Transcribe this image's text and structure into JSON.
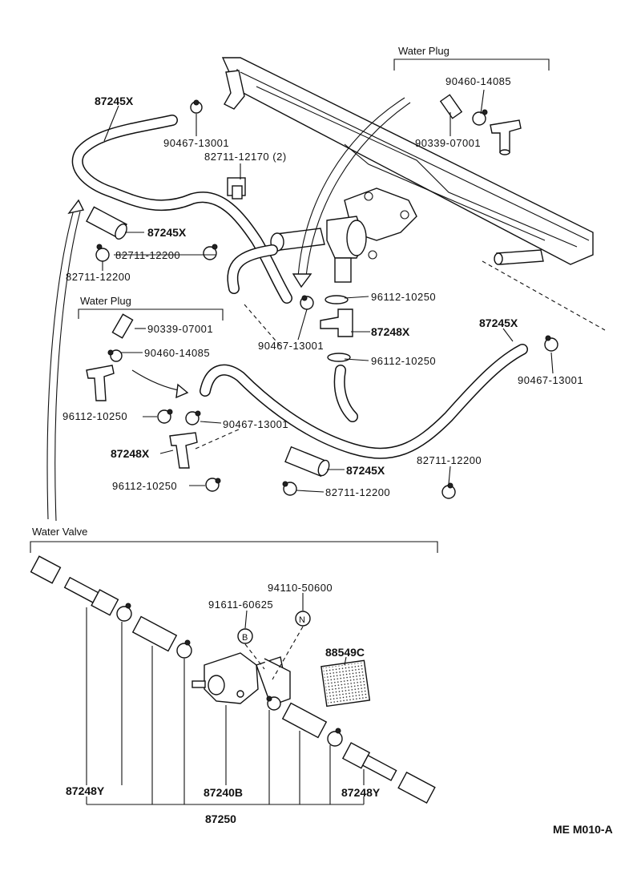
{
  "sections": {
    "water_plug_top": "Water Plug",
    "water_plug_left": "Water Plug",
    "water_valve": "Water Valve"
  },
  "labels": {
    "hose_87245x_a": "87245X",
    "hose_87245x_b": "87245X",
    "hose_87245x_c": "87245X",
    "hose_87245x_d": "87245X",
    "clamp_90467_13001_a": "90467-13001",
    "clamp_90467_13001_b": "90467-13001",
    "clamp_90467_13001_c": "90467-13001",
    "clamp_90467_13001_d": "90467-13001",
    "clip_82711_12170": "82711-12170 (2)",
    "clamp_82711_12200_a": "82711-12200",
    "clamp_82711_12200_b": "82711-12200",
    "clamp_82711_12200_c": "82711-12200",
    "clamp_82711_12200_d": "82711-12200",
    "plug_90460_14085_a": "90460-14085",
    "plug_90460_14085_b": "90460-14085",
    "plug_90339_07001_a": "90339-07001",
    "plug_90339_07001_b": "90339-07001",
    "clamp_96112_10250_a": "96112-10250",
    "clamp_96112_10250_b": "96112-10250",
    "clamp_96112_10250_c": "96112-10250",
    "clamp_96112_10250_d": "96112-10250",
    "joint_87248x_a": "87248X",
    "joint_87248x_b": "87248X",
    "bolt_94110_50600": "94110-50600",
    "bolt_91611_60625": "91611-60625",
    "label_88549c": "88549C",
    "joint_87248y_a": "87248Y",
    "joint_87248y_b": "87248Y",
    "valve_87240b": "87240B",
    "assy_87250": "87250",
    "marker_n": "N",
    "marker_b": "B",
    "drawing_code": "ME M010-A"
  }
}
